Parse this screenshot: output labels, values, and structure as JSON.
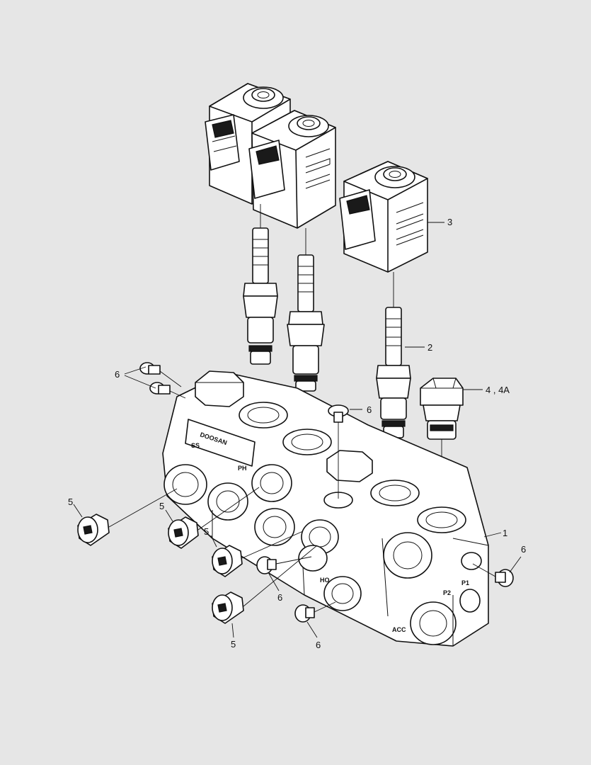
{
  "callouts": {
    "c1": "1",
    "c2": "2",
    "c3": "3",
    "c4": "4 , 4A",
    "c5a": "5",
    "c5b": "5",
    "c5c": "5",
    "c5d": "5",
    "c6a": "6",
    "c6b": "6",
    "c6c": "6",
    "c6d": "6",
    "c6e": "6"
  },
  "embossed": {
    "brand": "DOOSAN",
    "ss": "SS",
    "ph": "PH",
    "p2": "P2",
    "p1": "P1",
    "acc": "ACC",
    "ho": "HO"
  },
  "colors": {
    "background": "#e6e6e6",
    "line": "#111111",
    "part_fill": "#ffffff"
  }
}
